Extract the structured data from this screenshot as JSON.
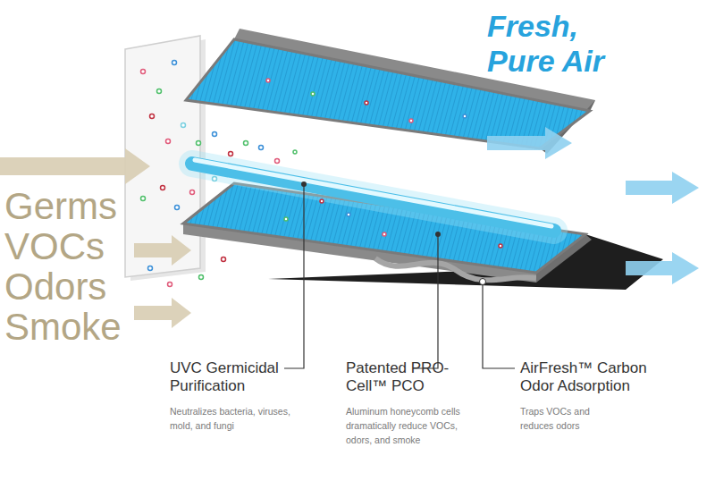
{
  "diagram": {
    "labels": [
      "Germs VOCs Odors Smoke",
      "Fresh, Pure Air",
      "UVC Germicidal Purification",
      "Neutralizes bacteria, viruses, mold, and fungi",
      "Patented PRO-Cell™ PCO",
      "Aluminum honeycomb cells dramatically reduce VOCs, odors, and smoke",
      "AirFresh™ Carbon Odor Adsorption",
      "Traps VOCs and reduces odors"
    ]
  }
}
